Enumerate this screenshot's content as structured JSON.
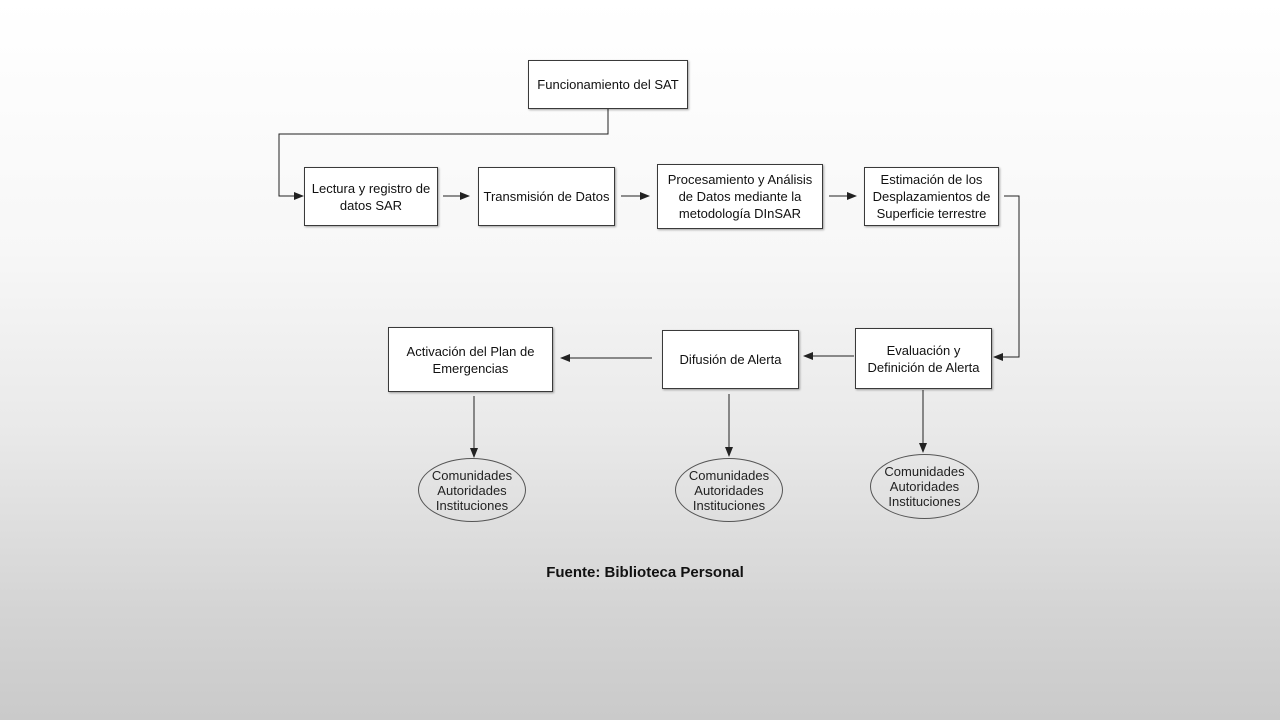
{
  "boxes": {
    "funcionamiento": "Funcionamiento del SAT",
    "lectura": "Lectura y registro de\ndatos SAR",
    "transmision": "Transmisión de Datos",
    "procesamiento": "Procesamiento y Análisis\nde Datos mediante la\nmetodología DInSAR",
    "estimacion": "Estimación de los\nDesplazamientos de\nSuperficie terrestre",
    "evaluacion": "Evaluación y\nDefinición de Alerta",
    "difusion": "Difusión de Alerta",
    "activacion": "Activación del Plan de\nEmergencias"
  },
  "recipients": {
    "line1": "Comunidades",
    "line2": "Autoridades",
    "line3": "Instituciones"
  },
  "caption": "Fuente: Biblioteca Personal",
  "colors": {
    "box_border": "#3a3a3a",
    "connector": "#222222",
    "ellipse_border": "#555555"
  }
}
